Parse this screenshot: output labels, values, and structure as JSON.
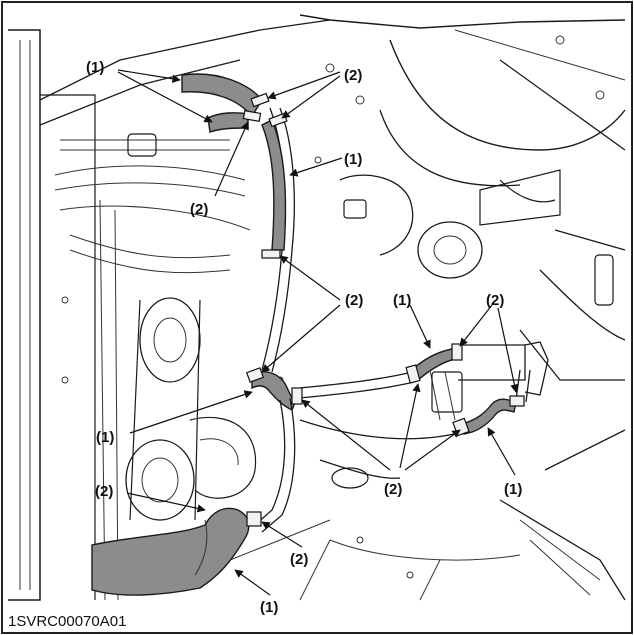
{
  "figure": {
    "id_label": "1SVRC00070A01"
  },
  "callouts": {
    "hose": "(1)",
    "clamp": "(2)"
  },
  "colors": {
    "line": "#1a1a1a",
    "hose_fill": "#8c8c8c",
    "background": "#ffffff"
  }
}
